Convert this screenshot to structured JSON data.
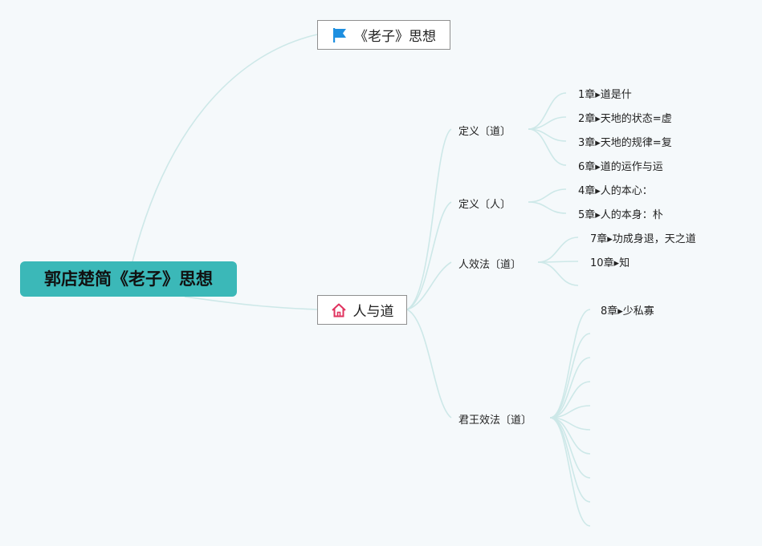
{
  "root": {
    "label": "郭店楚简《老子》思想"
  },
  "branches": [
    {
      "label": "《老子》思想",
      "icon": "flag-icon",
      "icon_color": "#1e8fe0"
    },
    {
      "label": "人与道",
      "icon": "home-icon",
      "icon_color": "#e0335f"
    }
  ],
  "subtopics": [
    {
      "label": "定义〔道〕",
      "leaves": [
        "1章▸道是什",
        "2章▸天地的状态=虚",
        "3章▸天地的规律=复",
        "6章▸道的运作与运"
      ]
    },
    {
      "label": "定义〔人〕",
      "leaves": [
        "4章▸人的本心：",
        "5章▸人的本身：朴"
      ]
    },
    {
      "label": "人效法〔道〕",
      "leaves": [
        "7章▸功成身退，天之道",
        "10章▸知",
        ""
      ]
    },
    {
      "label": "君王效法〔道〕",
      "leaves": [
        "8章▸少私寡",
        "",
        "",
        "",
        "",
        "",
        "",
        "",
        "",
        ""
      ]
    }
  ],
  "colors": {
    "accent": "#3bb8b8",
    "connector": "#cde8e8",
    "background": "#f5f9fb"
  }
}
